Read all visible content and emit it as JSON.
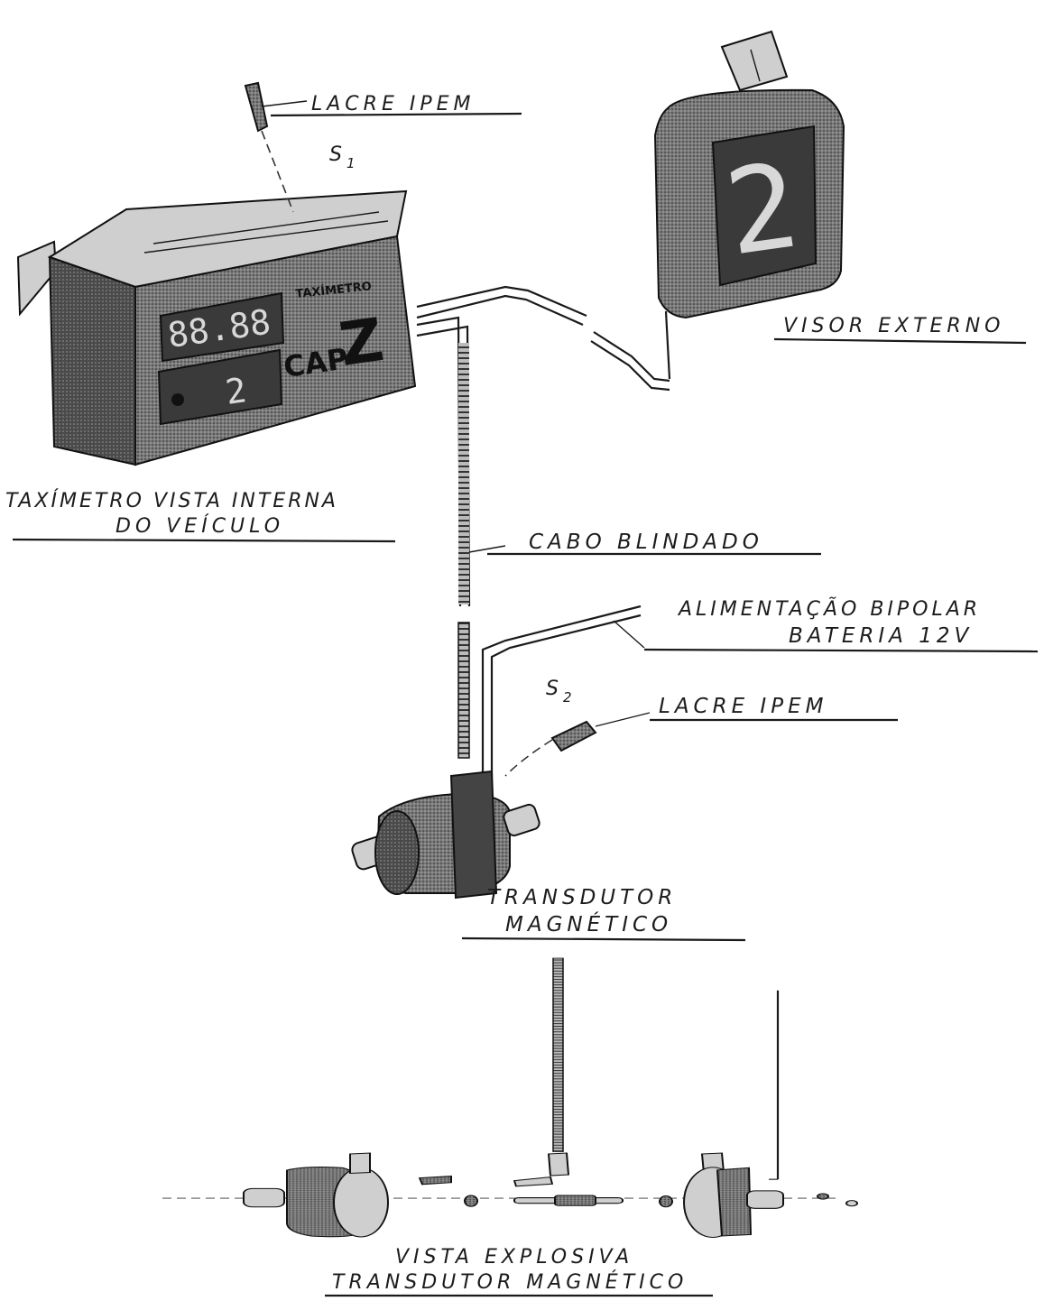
{
  "labels": {
    "lacre_top": "LACRE IPEM",
    "s1": "S",
    "s1_sub": "1",
    "visor": "VISOR EXTERNO",
    "taximetro_line1": "TAXÍMETRO VISTA INTERNA",
    "taximetro_line2": "DO VEÍCULO",
    "cabo": "CABO BLINDADO",
    "alimentacao_line1": "ALIMENTAÇÃO BIPOLAR",
    "alimentacao_line2": "BATERIA 12V",
    "s2": "S",
    "s2_sub": "2",
    "lacre_bottom": "LACRE IPEM",
    "transdutor_line1": "TRANSDUTOR",
    "transdutor_line2": "MAGNÉTICO",
    "explosiva_line1": "VISTA EXPLOSIVA",
    "explosiva_line2": "TRANSDUTOR MAGNÉTICO"
  },
  "device": {
    "panel_label": "TAXÍMETRO",
    "brand": "CAP",
    "brand_letter": "Z",
    "fare_digits": "88.88",
    "tariff_digit": "2",
    "visor_digit": "2"
  },
  "colors": {
    "ink": "#1a1a1a",
    "paper": "#ffffff",
    "stipple": "#6f6f6f"
  }
}
